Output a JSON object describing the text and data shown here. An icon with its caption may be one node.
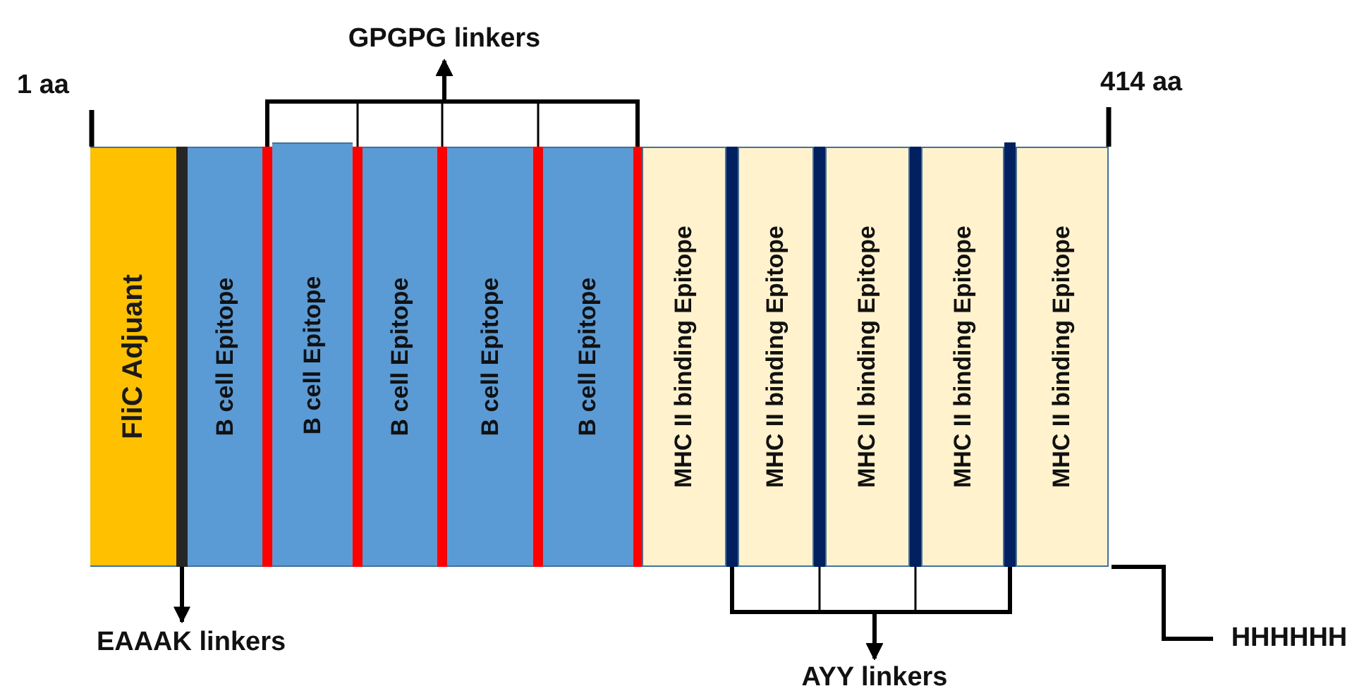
{
  "diagram": {
    "nodes": [
      {
        "text": [
          "GPGPG linkers"
        ]
      },
      {
        "text": [
          "FliC Adjuant"
        ]
      },
      {
        "text": [],
        "shape": "bar"
      },
      {
        "text": [
          "B cell Epitope"
        ]
      },
      {
        "text": [],
        "shape": "bar"
      },
      {
        "text": [
          "B cell Epitope"
        ]
      },
      {
        "text": [],
        "shape": "bar"
      },
      {
        "text": [
          "B cell Epitope"
        ]
      },
      {
        "text": [],
        "shape": "bar"
      },
      {
        "text": [
          "B cell Epitope"
        ]
      },
      {
        "text": [],
        "shape": "bar"
      },
      {
        "text": [
          "B cell Epitope"
        ]
      },
      {
        "text": [],
        "shape": "bar"
      },
      {
        "text": [
          "MHC II binding Epitope"
        ]
      },
      {
        "text": [],
        "shape": "bar"
      },
      {
        "text": [
          "MHC II binding Epitope"
        ]
      },
      {
        "text": [],
        "shape": "bar"
      },
      {
        "text": [
          "MHC II binding Epitope"
        ]
      },
      {
        "text": [],
        "shape": "bar"
      },
      {
        "text": [
          "MHC II binding Epitope"
        ]
      },
      {
        "text": [],
        "shape": "bar"
      },
      {
        "text": [
          "MHC II binding Epitope"
        ]
      },
      {
        "text": [
          "EAAAK linkers"
        ]
      },
      {
        "text": [
          "AYY linkers"
        ]
      },
      {
        "text": [
          "HHHHHH"
        ]
      }
    ],
    "edges": [
      {
        "from": 4,
        "to": 0,
        "arrow": "to"
      },
      {
        "from": 6,
        "to": 0,
        "arrow": "to"
      },
      {
        "from": 8,
        "to": 0,
        "arrow": "to"
      },
      {
        "from": 10,
        "to": 0,
        "arrow": "to"
      },
      {
        "from": 12,
        "to": 0,
        "arrow": "to"
      },
      {
        "from": 2,
        "to": 22,
        "arrow": "to"
      },
      {
        "from": 14,
        "to": 23,
        "arrow": "to"
      },
      {
        "from": 16,
        "to": 23,
        "arrow": "to"
      },
      {
        "from": 18,
        "to": 23,
        "arrow": "to"
      },
      {
        "from": 20,
        "to": 23,
        "arrow": "to"
      },
      {
        "from": 21,
        "to": 24,
        "arrow": "none"
      }
    ],
    "labels": [
      "1 aa",
      "414 aa"
    ]
  }
}
